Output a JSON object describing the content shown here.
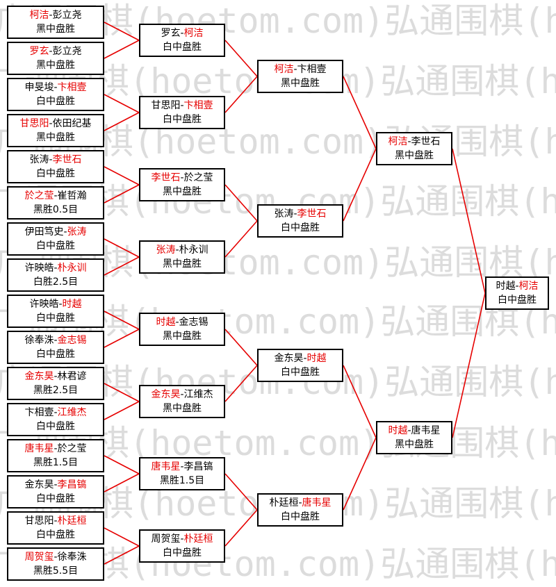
{
  "watermark": "广通围棋(hoetom.com)弘通围棋(hoetom.com)弘通",
  "colors": {
    "winner": "#e60000",
    "line": "#e60000",
    "text": "#000000",
    "border": "#000000"
  },
  "rounds": [
    [
      {
        "p1": "柯洁",
        "p2": "彭立尧",
        "result": "黑中盘胜",
        "winner": 1
      },
      {
        "p1": "罗玄",
        "p2": "彭立尧",
        "result": "黑中盘胜",
        "winner": 1
      },
      {
        "p1": "申旻埈",
        "p2": "卞相壹",
        "result": "白中盘胜",
        "winner": 2
      },
      {
        "p1": "甘思阳",
        "p2": "依田纪基",
        "result": "黑中盘胜",
        "winner": 1
      },
      {
        "p1": "张涛",
        "p2": "李世石",
        "result": "白中盘胜",
        "winner": 2
      },
      {
        "p1": "於之莹",
        "p2": "崔哲瀚",
        "result": "黑胜0.5目",
        "winner": 1
      },
      {
        "p1": "伊田笃史",
        "p2": "张涛",
        "result": "白中盘胜",
        "winner": 2
      },
      {
        "p1": "许映皓",
        "p2": "朴永训",
        "result": "白胜2.5目",
        "winner": 2
      },
      {
        "p1": "许映皓",
        "p2": "时越",
        "result": "白中盘胜",
        "winner": 2
      },
      {
        "p1": "徐奉洙",
        "p2": "金志锡",
        "result": "白中盘胜",
        "winner": 2
      },
      {
        "p1": "金东昊",
        "p2": "林君谚",
        "result": "黑胜2.5目",
        "winner": 1
      },
      {
        "p1": "卞相壹",
        "p2": "江维杰",
        "result": "白中盘胜",
        "winner": 2
      },
      {
        "p1": "唐韦星",
        "p2": "於之莹",
        "result": "黑胜1.5目",
        "winner": 1
      },
      {
        "p1": "金东昊",
        "p2": "李昌镐",
        "result": "白中盘胜",
        "winner": 2
      },
      {
        "p1": "甘思阳",
        "p2": "朴廷桓",
        "result": "白中盘胜",
        "winner": 2
      },
      {
        "p1": "周贺玺",
        "p2": "徐奉洙",
        "result": "黑胜5.5目",
        "winner": 1
      }
    ],
    [
      {
        "p1": "罗玄",
        "p2": "柯洁",
        "result": "白中盘胜",
        "winner": 2
      },
      {
        "p1": "甘思阳",
        "p2": "卞相壹",
        "result": "白中盘胜",
        "winner": 2
      },
      {
        "p1": "李世石",
        "p2": "於之莹",
        "result": "黑中盘胜",
        "winner": 1
      },
      {
        "p1": "张涛",
        "p2": "朴永训",
        "result": "黑中盘胜",
        "winner": 1
      },
      {
        "p1": "时越",
        "p2": "金志锡",
        "result": "黑中盘胜",
        "winner": 1
      },
      {
        "p1": "金东昊",
        "p2": "江维杰",
        "result": "黑中盘胜",
        "winner": 1
      },
      {
        "p1": "唐韦星",
        "p2": "李昌镐",
        "result": "黑胜1.5目",
        "winner": 1
      },
      {
        "p1": "周贺玺",
        "p2": "朴廷桓",
        "result": "白中盘胜",
        "winner": 2
      }
    ],
    [
      {
        "p1": "柯洁",
        "p2": "卞相壹",
        "result": "黑中盘胜",
        "winner": 1
      },
      {
        "p1": "张涛",
        "p2": "李世石",
        "result": "白中盘胜",
        "winner": 2
      },
      {
        "p1": "金东昊",
        "p2": "时越",
        "result": "白中盘胜",
        "winner": 2
      },
      {
        "p1": "朴廷桓",
        "p2": "唐韦星",
        "result": "白中盘胜",
        "winner": 2
      }
    ],
    [
      {
        "p1": "柯洁",
        "p2": "李世石",
        "result": "黑中盘胜",
        "winner": 1
      },
      {
        "p1": "时越",
        "p2": "唐韦星",
        "result": "黑中盘胜",
        "winner": 1
      }
    ],
    [
      {
        "p1": "时越",
        "p2": "柯洁",
        "result": "白中盘胜",
        "winner": 2
      }
    ]
  ]
}
